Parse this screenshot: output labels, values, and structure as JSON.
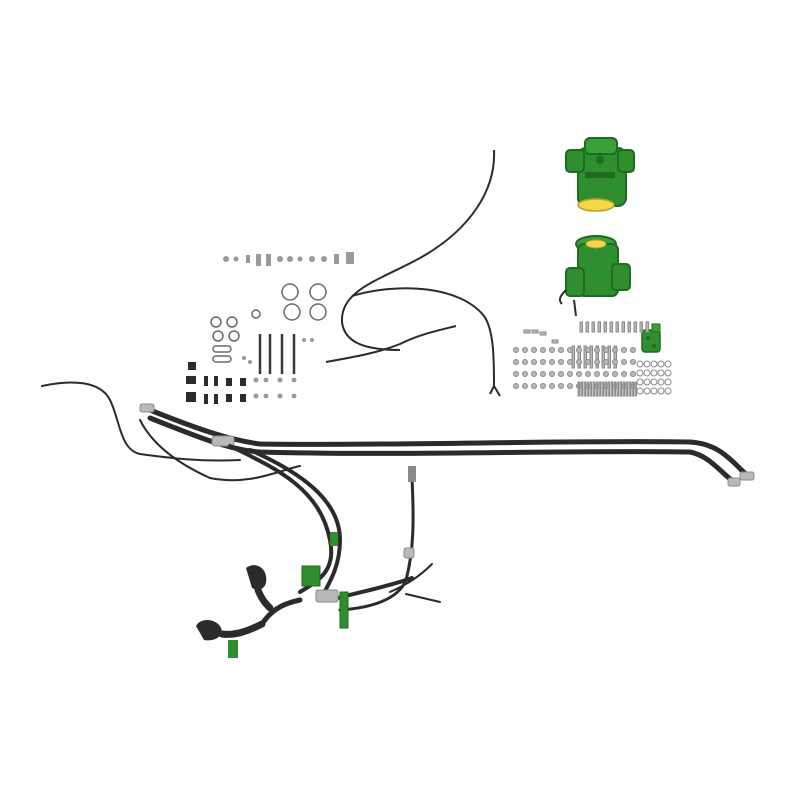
{
  "image": {
    "background": "#ffffff",
    "colors": {
      "hose": "#2b2b2b",
      "hose_highlight": "#5a5a5a",
      "green": "#2f8f2f",
      "green_dark": "#1f6b1f",
      "yellow": "#f0d84a",
      "silver": "#b8b8b8",
      "silver_dark": "#8a8a8a"
    },
    "components": [
      "upper-gearbox",
      "lower-gearbox",
      "control-valve",
      "long-hydraulic-hoses",
      "harness-assembly",
      "hardware-kit",
      "hose-clamps",
      "threaded-rods",
      "brackets"
    ]
  }
}
